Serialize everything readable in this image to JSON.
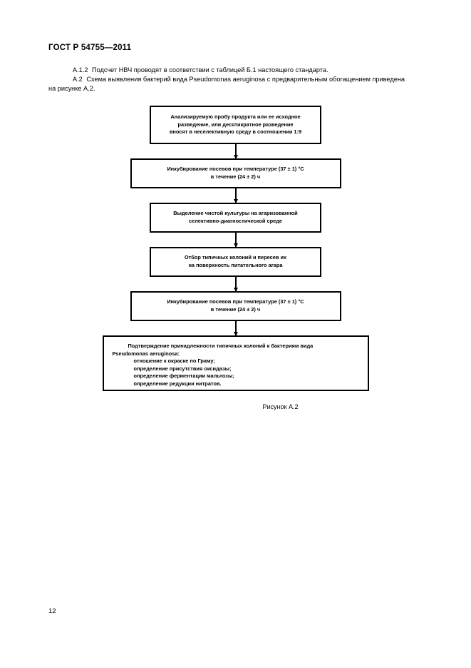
{
  "document": {
    "header": "ГОСТ Р 54755—2011",
    "page_number": "12"
  },
  "body": {
    "paragraph_1": {
      "clause": "А.1.2",
      "text": "Подсчет НВЧ проводят в соответствии с таблицей Б.1 настоящего стандарта."
    },
    "paragraph_2": {
      "clause": "А.2",
      "text_before": "Схема выявления бактерий вида",
      "species": "Pseudomonas aeruginosa",
      "text_after": "с предварительным обогащением приведена",
      "continuation": "на рисунке А.2."
    }
  },
  "figure": {
    "caption": "Рисунок А.2",
    "steps": [
      {
        "id": "step-sample-inoculation",
        "lines": [
          "Анализируемую пробу продукта или ее исходное",
          "разведение, или десятикратное разведение",
          "вносят в неселективную среду в соотношении 1:9"
        ]
      },
      {
        "id": "step-incubation-1",
        "lines": [
          "Инкубирование посевов при температуре (37 ± 1) °С",
          "в течение (24 ± 2) ч"
        ]
      },
      {
        "id": "step-pure-culture",
        "lines": [
          "Выделение чистой культуры на агаризованной",
          "селективно-диагностической среде"
        ]
      },
      {
        "id": "step-colony-selection",
        "lines": [
          "Отбор типичных колоний и пересев их",
          "на поверхность питательного агара"
        ]
      },
      {
        "id": "step-incubation-2",
        "lines": [
          "Инкубирование посевов при температуре (37 ± 1) °С",
          "в течение (24 ± 2) ч"
        ]
      },
      {
        "id": "step-confirmation",
        "lead": "Подтверждение принадлежности типичных колоний к бактериям вида",
        "species": "Pseudomonas aeruginosa:",
        "items": [
          "отношение к окраске по Граму;",
          "определение присутствия оксидазы;",
          "определение ферментации мальтозы;",
          "определение редукции нитратов."
        ]
      }
    ]
  },
  "colors": {
    "page_background": "#ffffff",
    "ink": "#000000"
  }
}
